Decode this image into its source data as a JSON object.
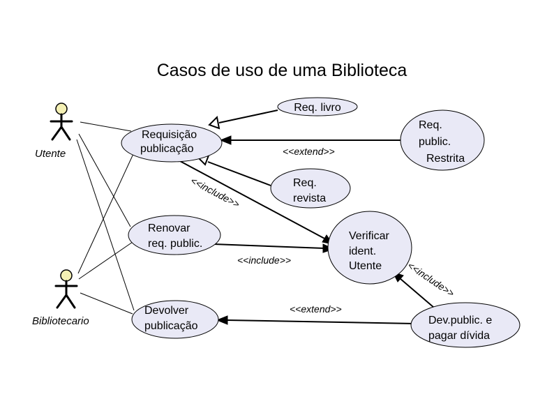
{
  "title": "Casos de uso de uma Biblioteca",
  "actors": {
    "utente": "Utente",
    "bibliotecario": "Bibliotecario"
  },
  "use_cases": {
    "req_livro": [
      "Req. livro"
    ],
    "req_public_restrita": [
      "Req.",
      "public.",
      "Restrita"
    ],
    "requisicao_publicacao": [
      "Requisição",
      "publicação"
    ],
    "req_revista": [
      "Req.",
      "revista"
    ],
    "renovar": [
      "Renovar",
      "req. public."
    ],
    "verificar": [
      "Verificar",
      "ident.",
      "Utente"
    ],
    "devolver": [
      "Devolver",
      "publicação"
    ],
    "dev_public": [
      "Dev.public. e",
      "pagar dívida"
    ]
  },
  "stereotypes": {
    "extend_top": "<<extend>>",
    "include_diagonal": "<<include>>",
    "include_middle": "<<include>>",
    "include_right": "<<include>>",
    "extend_bottom": "<<extend>>"
  }
}
